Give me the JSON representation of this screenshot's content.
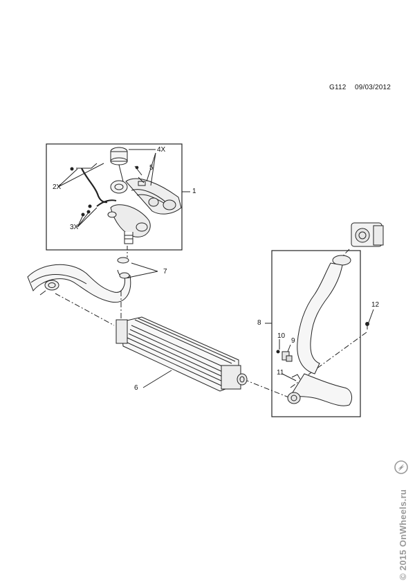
{
  "header": {
    "code": "G112",
    "date": "09/03/2012"
  },
  "callouts": {
    "c1": "1",
    "c2x": "2X",
    "c3x": "3X",
    "c4x": "4X",
    "c5": "5",
    "c6": "6",
    "c7": "7",
    "c8": "8",
    "c9": "9",
    "c10": "10",
    "c11": "11",
    "c12": "12"
  },
  "watermark": {
    "text": "© 2015 OnWheels.ru",
    "color": "#9a9a9a"
  }
}
